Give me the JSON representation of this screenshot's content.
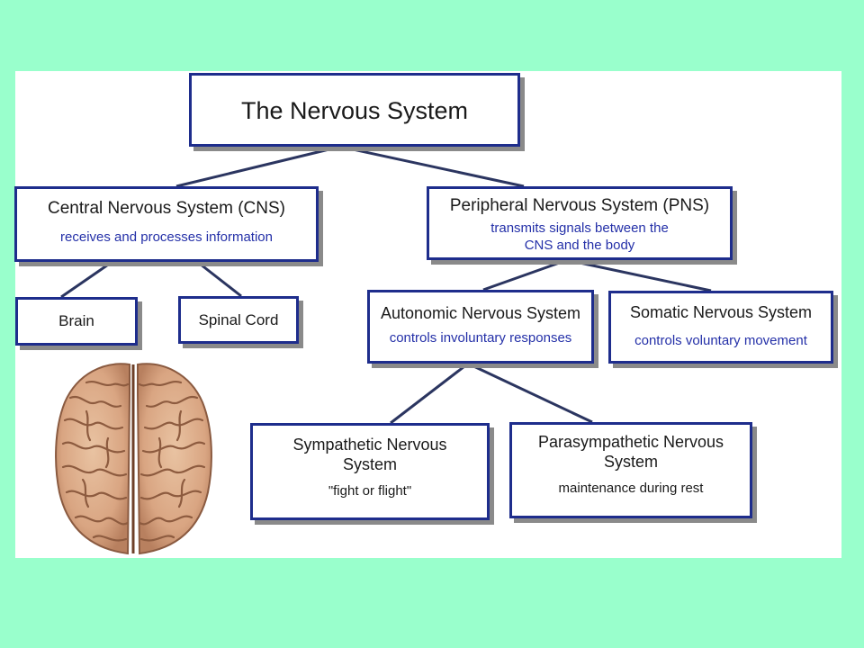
{
  "diagram": {
    "title": "The Nervous System",
    "cns": {
      "name": "Central Nervous System (CNS)",
      "desc": "receives and processes information"
    },
    "pns": {
      "name": "Peripheral Nervous System (PNS)",
      "desc_line1": "transmits signals between the",
      "desc_line2": "CNS and the body"
    },
    "brain": {
      "label": "Brain"
    },
    "spinal_cord": {
      "label": "Spinal Cord"
    },
    "autonomic": {
      "name": "Autonomic Nervous System",
      "desc": "controls involuntary responses"
    },
    "somatic": {
      "name": "Somatic Nervous System",
      "desc": "controls voluntary movement"
    },
    "sympathetic": {
      "name_line1": "Sympathetic Nervous",
      "name_line2": "System",
      "desc": "\"fight or flight\""
    },
    "parasympathetic": {
      "name_line1": "Parasympathetic Nervous",
      "name_line2": "System",
      "desc": "maintenance during rest"
    }
  },
  "colors": {
    "background": "#99ffcc",
    "panel": "#ffffff",
    "border": "#1e2d8c",
    "subtext": "#2430a8",
    "connector": "#2b3560"
  }
}
